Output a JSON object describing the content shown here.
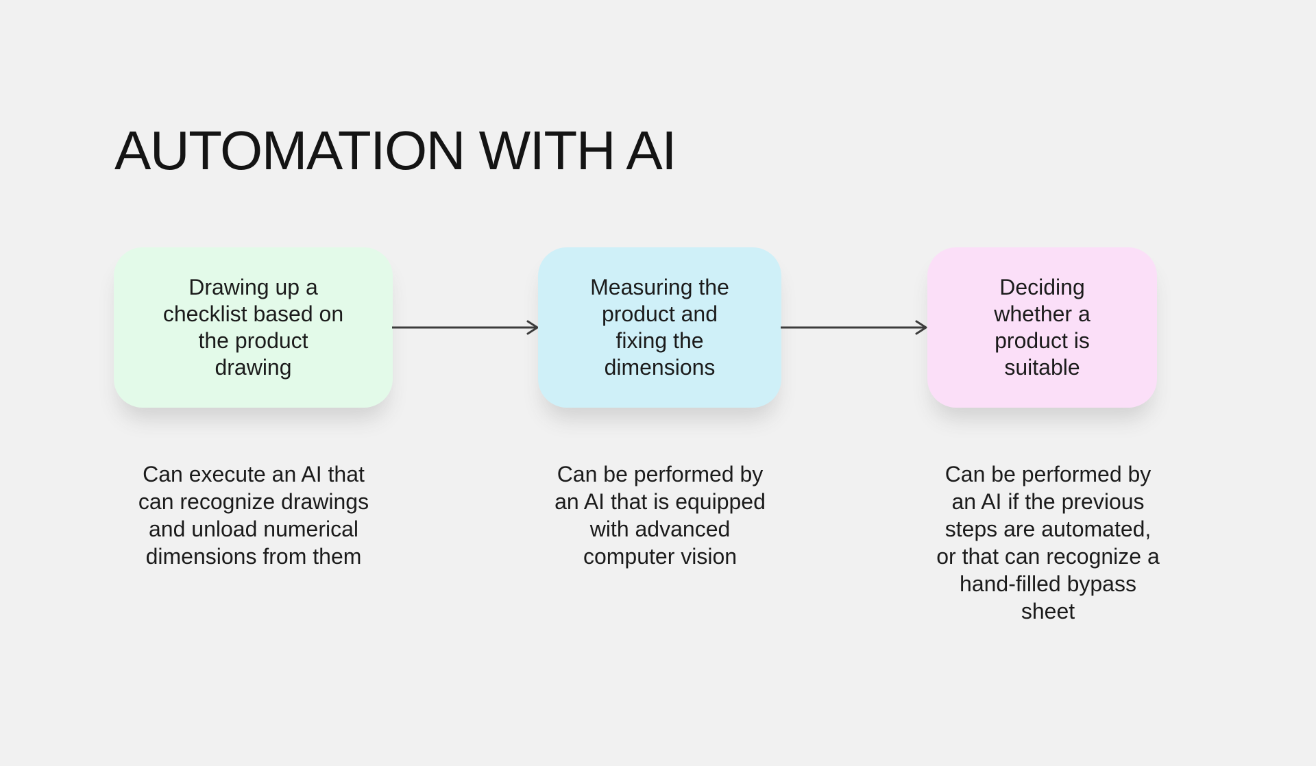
{
  "title": "AUTOMATION WITH AI",
  "colors": {
    "background": "#F1F1F1",
    "title_text": "#141414",
    "body_text": "#1B1B1B",
    "arrow": "#3C3C3C",
    "step1_box": "#E3FAE9",
    "step2_box": "#CFF0F8",
    "step3_box": "#FBDFF8"
  },
  "steps": [
    {
      "box_lines": [
        "Drawing up a",
        "checklist based on",
        "the product",
        "drawing"
      ],
      "description_lines": [
        "Can execute an AI that",
        "can recognize drawings",
        "and unload numerical",
        "dimensions from them"
      ]
    },
    {
      "box_lines": [
        "Measuring the",
        "product and",
        "fixing the",
        "dimensions"
      ],
      "description_lines": [
        "Can be performed by",
        "an AI that is equipped",
        "with advanced",
        "computer vision"
      ]
    },
    {
      "box_lines": [
        "Deciding",
        "whether a",
        "product is",
        "suitable"
      ],
      "description_lines": [
        "Can be performed by",
        "an AI if the previous",
        "steps are automated,",
        "or that can recognize a",
        "hand-filled bypass",
        "sheet"
      ]
    }
  ]
}
